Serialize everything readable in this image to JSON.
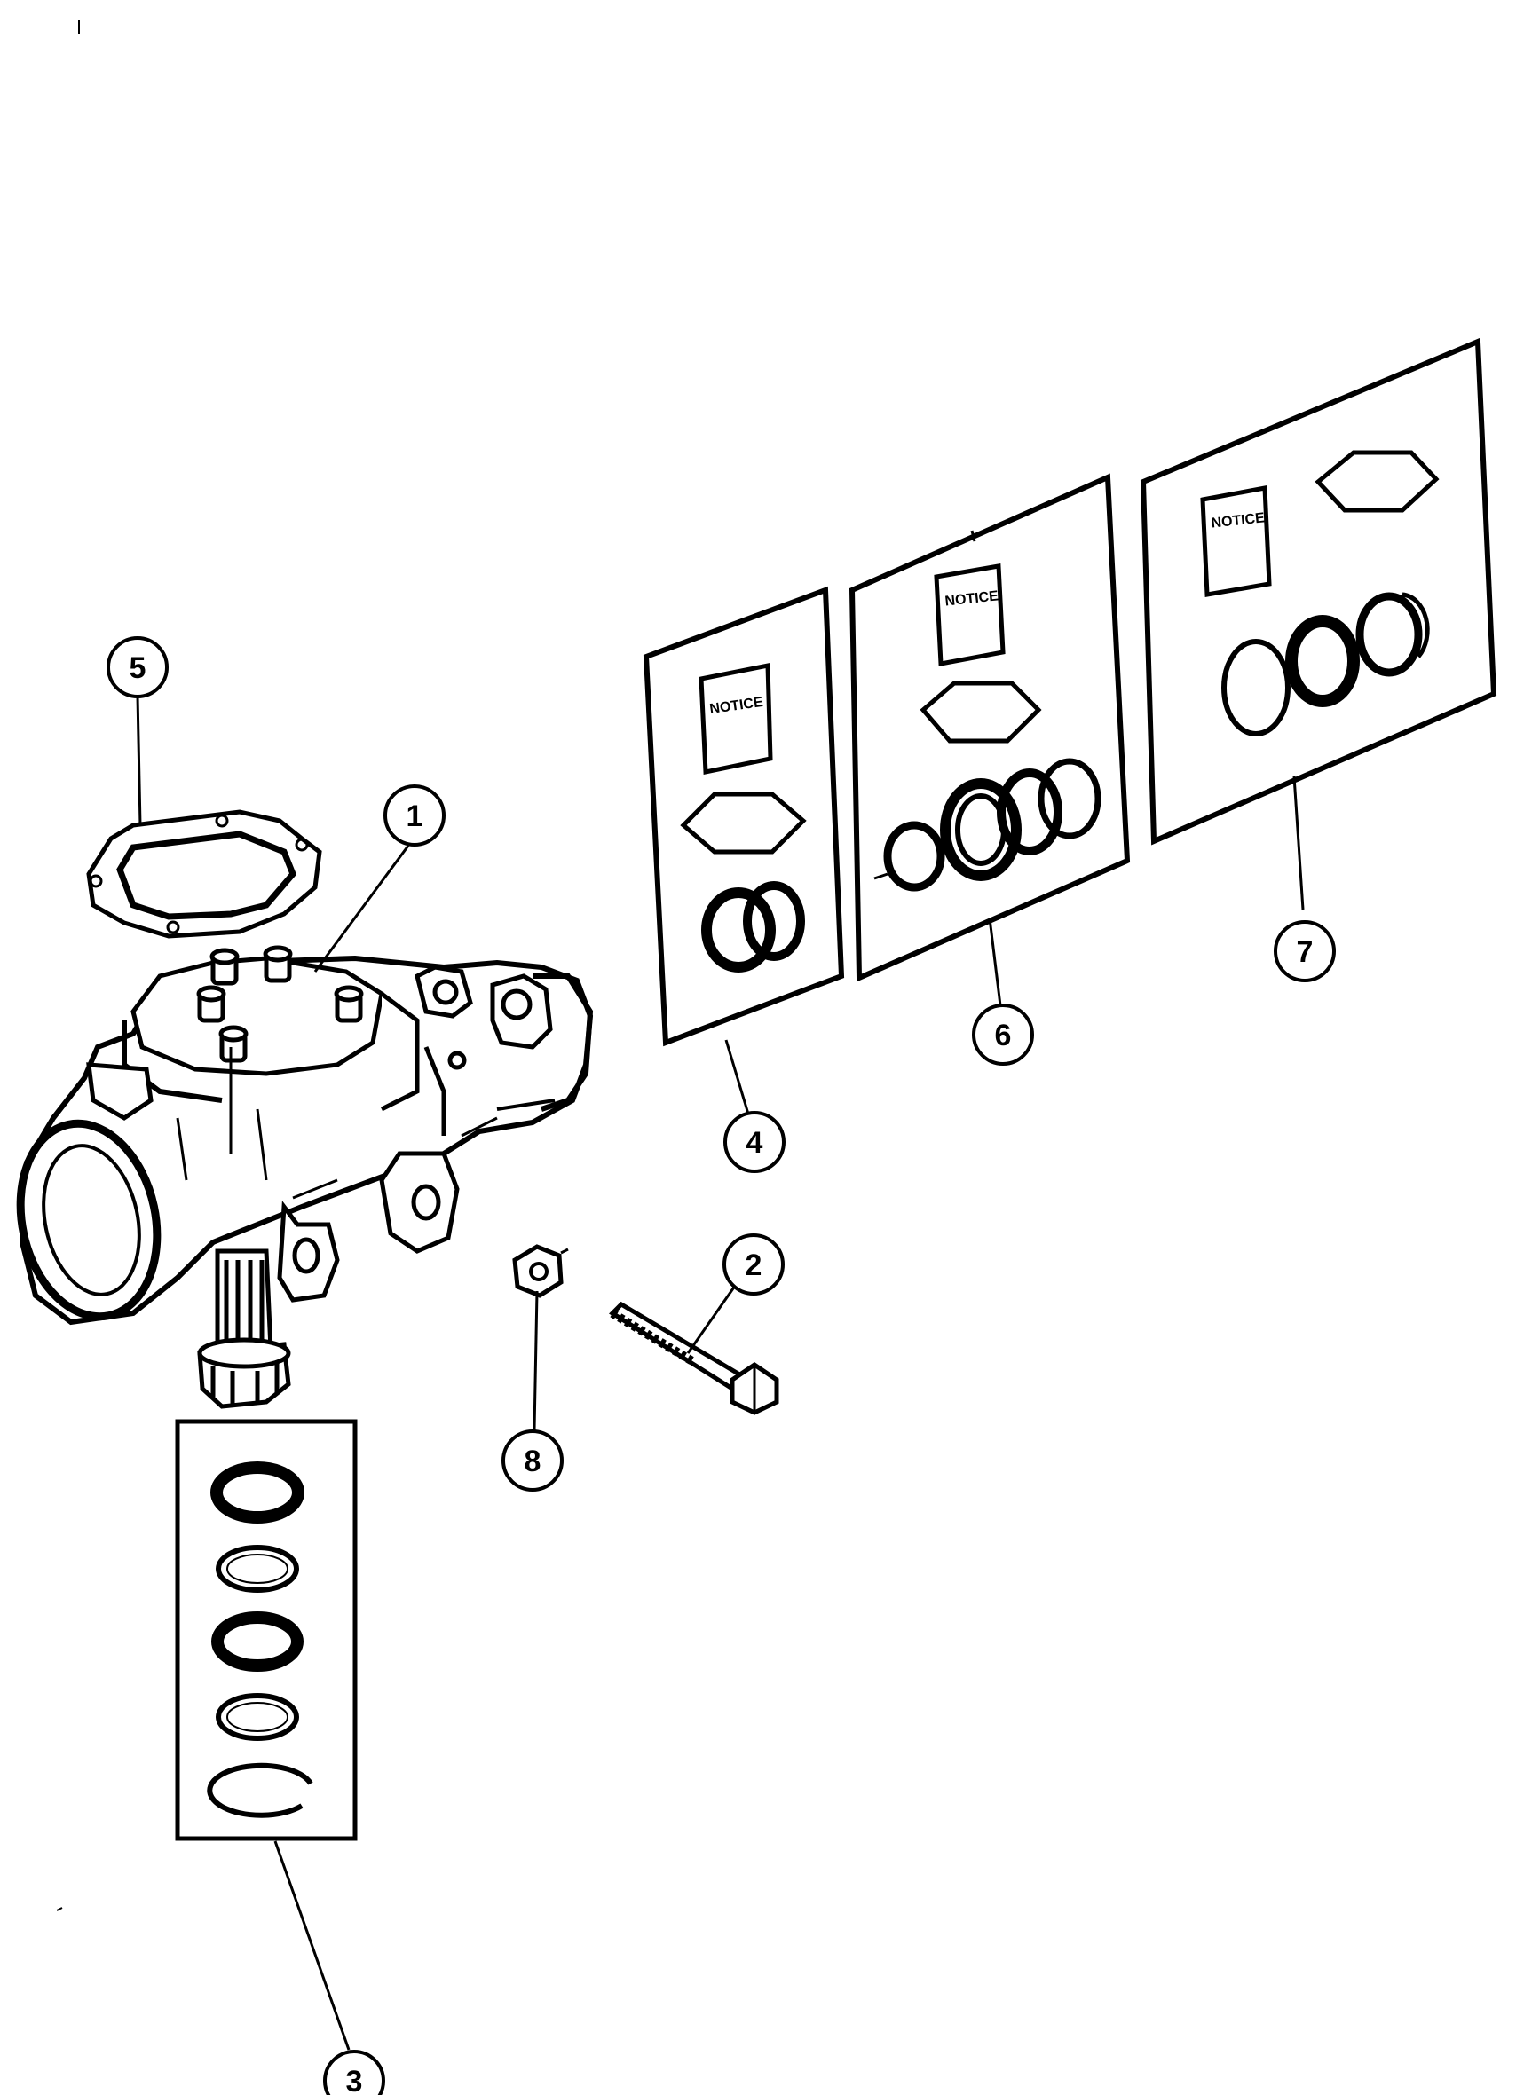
{
  "diagram": {
    "callouts": [
      {
        "id": "1",
        "label": "1",
        "part": "steering-gear-housing"
      },
      {
        "id": "2",
        "label": "2",
        "part": "mounting-bolt"
      },
      {
        "id": "3",
        "label": "3",
        "part": "pitman-shaft-seal-kit"
      },
      {
        "id": "4",
        "label": "4",
        "part": "seal-kit"
      },
      {
        "id": "5",
        "label": "5",
        "part": "side-cover-gasket"
      },
      {
        "id": "6",
        "label": "6",
        "part": "bearing-kit"
      },
      {
        "id": "7",
        "label": "7",
        "part": "seal-kit"
      },
      {
        "id": "8",
        "label": "8",
        "part": "nut"
      }
    ],
    "kit_notice_text": "NOTICE"
  }
}
